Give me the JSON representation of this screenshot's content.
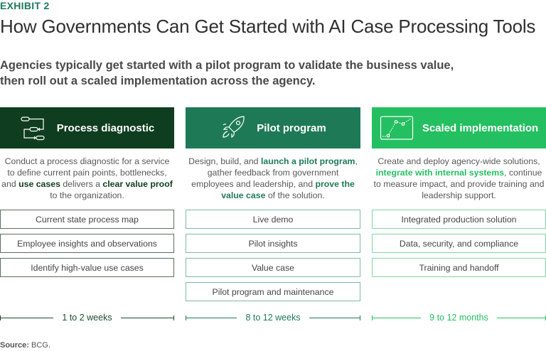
{
  "exhibit_label": "EXHIBIT 2",
  "title": "How Governments Can Get Started with AI Case Processing Tools",
  "subtitle_line1": "Agencies typically get started with a pilot program to validate the business value,",
  "subtitle_line2": "then roll out a scaled implementation across the agency.",
  "colors": {
    "phase1": "#0f3d1f",
    "phase2": "#1e7a56",
    "phase3": "#24bf60",
    "exhibit": "#1e7a5a"
  },
  "phases": [
    {
      "icon": "process-flow-icon",
      "title": "Process diagnostic",
      "description": [
        {
          "text": "Conduct a process diagnostic for a service to define current pain points, bottlenecks, and ",
          "bold": false
        },
        {
          "text": "use cases",
          "bold": true
        },
        {
          "text": " delivers a ",
          "bold": false
        },
        {
          "text": "clear value proof",
          "bold": true
        },
        {
          "text": " to the organization.",
          "bold": false
        }
      ],
      "deliverables": [
        "Current state process map",
        "Employee insights and observations",
        "Identify high-value use cases"
      ],
      "duration": "1 to 2 weeks"
    },
    {
      "icon": "rocket-icon",
      "title": "Pilot program",
      "description": [
        {
          "text": "Design, build, and ",
          "bold": false
        },
        {
          "text": "launch a pilot program",
          "bold": true
        },
        {
          "text": ", gather feedback from government employees and leadership, and ",
          "bold": false
        },
        {
          "text": "prove the value case",
          "bold": true
        },
        {
          "text": " of the solution.",
          "bold": false
        }
      ],
      "deliverables": [
        "Live demo",
        "Pilot insights",
        "Value case",
        "Pilot program and maintenance"
      ],
      "duration": "8 to 12 weeks"
    },
    {
      "icon": "line-chart-icon",
      "title": "Scaled implementation",
      "description": [
        {
          "text": "Create and deploy agency-wide solutions, ",
          "bold": false
        },
        {
          "text": "integrate with internal systems",
          "bold": true
        },
        {
          "text": ", continue to measure impact, and provide training and leadership support.",
          "bold": false
        }
      ],
      "deliverables": [
        "Integrated production solution",
        "Data, security, and compliance",
        "Training and handoff"
      ],
      "duration": "9 to 12 months"
    }
  ],
  "source_label": "Source:",
  "source_text": " BCG."
}
